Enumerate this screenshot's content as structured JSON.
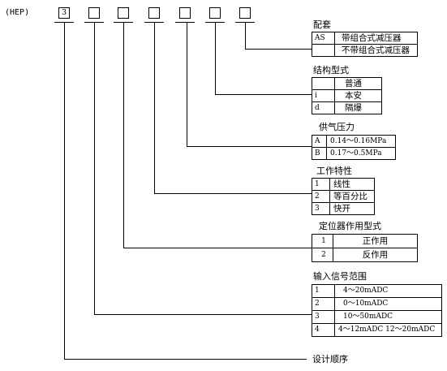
{
  "prefix": "(HEP)",
  "first_box": "3",
  "groups": {
    "peitao": {
      "title": "配套",
      "rows": [
        {
          "code": "AS",
          "text": "带组合式减压器"
        },
        {
          "code": "",
          "text": "不带组合式减压器"
        }
      ]
    },
    "jiegou": {
      "title": "结构型式",
      "rows": [
        {
          "code": "",
          "text": "普通"
        },
        {
          "code": "i",
          "text": "本安"
        },
        {
          "code": "d",
          "text": "隔爆"
        }
      ]
    },
    "gongqi": {
      "title": "供气压力",
      "rows": [
        {
          "code": "A",
          "text": "0.14～0.16MPa"
        },
        {
          "code": "B",
          "text": "0.17～0.5MPa"
        }
      ]
    },
    "gongzuo": {
      "title": "工作特性",
      "rows": [
        {
          "code": "1",
          "text": "线性"
        },
        {
          "code": "2",
          "text": "等百分比"
        },
        {
          "code": "3",
          "text": "快开"
        }
      ]
    },
    "dingwei": {
      "title": "定位器作用型式",
      "rows": [
        {
          "code": "1",
          "text": "正作用"
        },
        {
          "code": "2",
          "text": "反作用"
        }
      ]
    },
    "shuru": {
      "title": "输入信号范围",
      "rows": [
        {
          "code": "1",
          "text": "4～20mADC"
        },
        {
          "code": "2",
          "text": "0～10mADC"
        },
        {
          "code": "3",
          "text": "10～50mADC"
        },
        {
          "code": "4",
          "text": "4～12mADC 12～20mADC"
        }
      ]
    }
  },
  "sheji": "设计顺序"
}
